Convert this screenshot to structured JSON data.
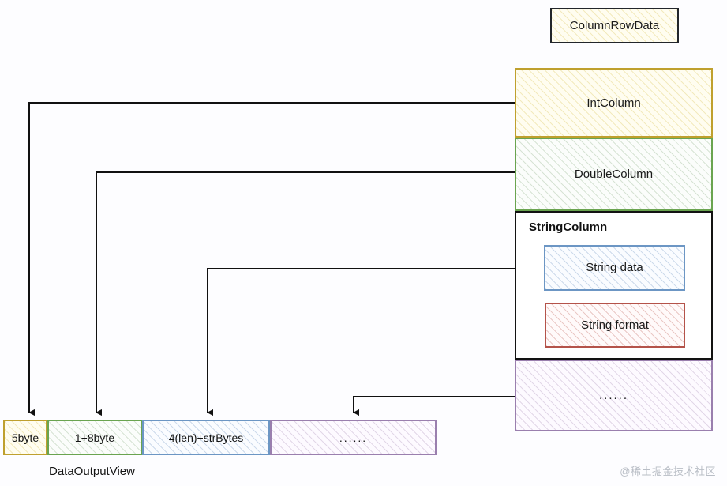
{
  "diagram": {
    "title_box": {
      "label": "ColumnRowData"
    },
    "columns": [
      {
        "id": "int",
        "label": "IntColumn",
        "accent": "#bfa02e"
      },
      {
        "id": "double",
        "label": "DoubleColumn",
        "accent": "#6aa450"
      },
      {
        "id": "string",
        "label": "StringColumn",
        "accent": "#121212"
      },
      {
        "id": "more",
        "label": "......",
        "accent": "#9a7fae"
      }
    ],
    "string_column": {
      "title": "StringColumn",
      "children": [
        {
          "id": "string-data",
          "label": "String data",
          "accent": "#6c96c4"
        },
        {
          "id": "string-format",
          "label": "String format",
          "accent": "#b4534a"
        }
      ]
    },
    "output_view": {
      "label": "DataOutputView",
      "cells": [
        {
          "id": "cell-5byte",
          "label": "5byte",
          "accent": "#bfa02e"
        },
        {
          "id": "cell-1plus8",
          "label": "1+8byte",
          "accent": "#6aa450"
        },
        {
          "id": "cell-strlen",
          "label": "4(len)+strBytes",
          "accent": "#6c96c4"
        },
        {
          "id": "cell-more",
          "label": "......",
          "accent": "#9a7fae"
        }
      ]
    },
    "connectors": [
      {
        "from": "IntColumn",
        "to": "5byte"
      },
      {
        "from": "DoubleColumn",
        "to": "1+8byte"
      },
      {
        "from": "String data",
        "to": "4(len)+strBytes"
      },
      {
        "from": "......",
        "to": "......"
      }
    ],
    "watermark": "@稀土掘金技术社区"
  }
}
